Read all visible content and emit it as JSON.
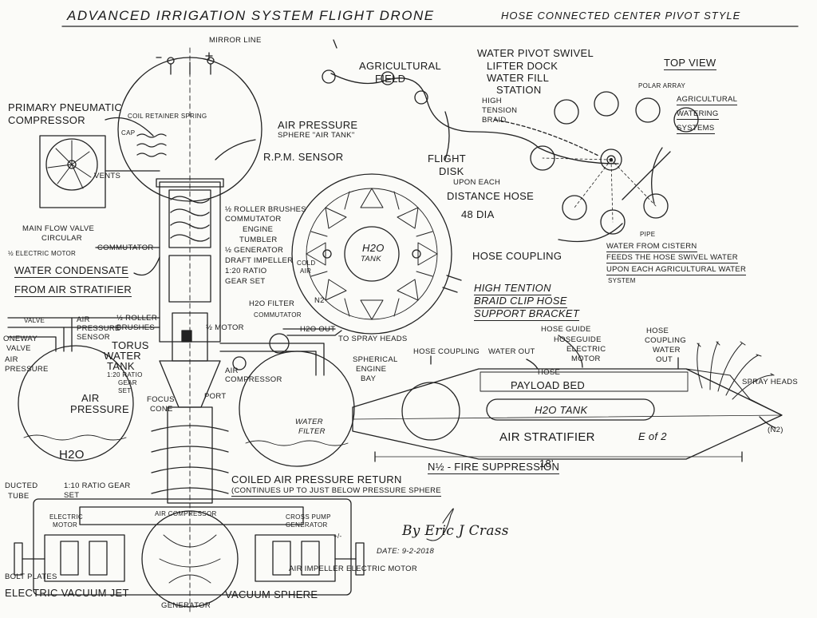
{
  "title": "ADVANCED IRRIGATION SYSTEM FLIGHT DRONE",
  "subtitle": "HOSE CONNECTED CENTER PIVOT STYLE",
  "labels": {
    "mirror_line": "MIRROR LINE",
    "primary_compressor_1": "PRIMARY PNEUMATIC",
    "primary_compressor_2": "COMPRESSOR",
    "coil_spring": "COIL RETAINER SPRING",
    "cap": "CAP",
    "vents": "VENTS",
    "air_sphere_1": "AIR PRESSURE",
    "air_sphere_2": "SPHERE \"AIR TANK\"",
    "rpm_sensor": "R.P.M. SENSOR",
    "main_valve_1": "MAIN FLOW VALVE",
    "main_valve_2": "CIRCULAR",
    "electric_motor_half": "½ ELECTRIC MOTOR",
    "commutator": "COMMUTATOR",
    "condensate_1": "WATER CONDENSATE",
    "condensate_2": "FROM AIR STRATIFIER",
    "roller_brushes_top": "½ ROLLER BRUSHES",
    "commutator2": "COMMUTATOR",
    "engine_tumbler_1": "ENGINE",
    "engine_tumbler_2": "TUMBLER",
    "generator_half": "½ GENERATOR",
    "draft_impeller": "DRAFT IMPELLER",
    "gear_ratio_1": "1:20 RATIO",
    "gear_ratio_2": "GEAR SET",
    "valve": "VALVE",
    "oneway_1": "ONEWAY",
    "oneway_2": "VALVE",
    "air_pressure_1": "AIR",
    "air_pressure_2": "PRESSURE",
    "air_pressure_sensor_1": "AIR",
    "air_pressure_sensor_2": "PRESSURE",
    "air_pressure_sensor_3": "SENSOR",
    "roller_brushes_mid_1": "½ ROLLER",
    "roller_brushes_mid_2": "BRUSHES",
    "torus_1": "TORUS",
    "torus_2": "WATER",
    "torus_3": "TANK",
    "gear_ratio_small_1": "1:20 RATIO",
    "gear_ratio_small_2": "GEAR",
    "gear_ratio_small_3": "SET",
    "h2o_filter": "H2O FILTER",
    "commutator3": "COMMUTATOR",
    "motor_half": "½ MOTOR",
    "h2o_out": "H2O OUT",
    "to_spray": "TO SPRAY HEADS",
    "air_compressor_small_1": "AIR",
    "air_compressor_small_2": "COMPRESSOR",
    "air_pressure_tank_1": "AIR",
    "air_pressure_tank_2": "PRESSURE",
    "focus_cone_1": "FOCUS",
    "focus_cone_2": "CONE",
    "port": "PORT",
    "water_filter_1": "WATER",
    "water_filter_2": "FILTER",
    "h2o_left": "H2O",
    "ducted_tube_1": "DUCTED",
    "ducted_tube_2": "TUBE",
    "ratio_gear_1": "1:10 RATIO GEAR",
    "ratio_gear_2": "SET",
    "coiled_return": "COILED AIR PRESSURE RETURN",
    "continues": "(CONTINUES UP TO JUST BELOW PRESSURE SPHERE",
    "electric_motor_1": "ELECTRIC",
    "electric_motor_2": "MOTOR",
    "air_compressor_bottom": "AIR COMPRESSOR",
    "cross_pump_1": "CROSS PUMP",
    "cross_pump_2": "GENERATOR",
    "plus_minus": "+/-",
    "bolt_plates": "BOLT PLATES",
    "vacuum_jet": "ELECTRIC VACUUM JET",
    "generator_bottom": "GENERATOR",
    "vacuum_sphere": "VACUUM SPHERE",
    "impeller_motor": "AIR IMPELLER ELECTRIC MOTOR",
    "agricultural_field_1": "AGRICULTURAL",
    "agricultural_field_2": "FIELD",
    "flight_disk_1": "FLIGHT",
    "flight_disk_2": "DISK",
    "flight_disk_3": "UPON EACH",
    "flight_disk_4": "DISTANCE HOSE",
    "dia": "48 DIA",
    "h2o_tank_1": "H2O",
    "h2o_tank_2": "TANK",
    "cold_air_1": "COLD",
    "cold_air_2": "AIR",
    "n2_left": "N2",
    "hose_coupling_right": "HOSE COUPLING",
    "braid_clip_1": "HIGH TENTION",
    "braid_clip_2": "BRAID CLIP HOSE",
    "braid_clip_3": "SUPPORT BRACKET",
    "pivot_1": "WATER PIVOT SWIVEL",
    "pivot_2": "LIFTER DOCK",
    "pivot_3": "WATER FILL",
    "pivot_4": "STATION",
    "high_tension_1": "HIGH",
    "high_tension_2": "TENSION",
    "high_tension_3": "BRAID",
    "top_view": "TOP VIEW",
    "polar_array": "POLAR ARRAY",
    "ag_water_1": "AGRICULTURAL",
    "ag_water_2": "WATERING",
    "ag_water_3": "SYSTEMS",
    "pipe": "PIPE",
    "cistern_1": "WATER FROM CISTERN",
    "cistern_2": "FEEDS THE HOSE SWIVEL WATER",
    "cistern_3": "UPON EACH AGRICULTURAL WATER",
    "cistern_4": "SYSTEM",
    "hose_guide": "HOSE GUIDE",
    "hose_guide_motor_1": "HOSEGUIDE",
    "hose_guide_motor_2": "ELECTRIC",
    "hose_guide_motor_3": "MOTOR",
    "hose_coupling_mid": "HOSE COUPLING",
    "water_out_mid": "WATER OUT",
    "hose_coupling_far_1": "HOSE",
    "hose_coupling_far_2": "COUPLING",
    "hose_coupling_far_3": "WATER",
    "hose_coupling_far_4": "OUT",
    "hose": "HOSE",
    "spherical_bay_1": "SPHERICAL",
    "spherical_bay_2": "ENGINE",
    "spherical_bay_3": "BAY",
    "payload_bed": "PAYLOAD BED",
    "h2o_tank_side": "H2O TANK",
    "air_stratifier": "AIR STRATIFIER",
    "e_of_2": "E of 2",
    "spray_heads": "SPRAY HEADS",
    "n2_right": "(N2)",
    "fire_suppression": "N½ - FIRE SUPPRESSION",
    "length": "18'",
    "signature": "By Eric J Crass",
    "date": "DATE: 9-2-2018"
  },
  "colors": {
    "ink": "#1a1a1a",
    "paper": "#fbfbf8"
  }
}
